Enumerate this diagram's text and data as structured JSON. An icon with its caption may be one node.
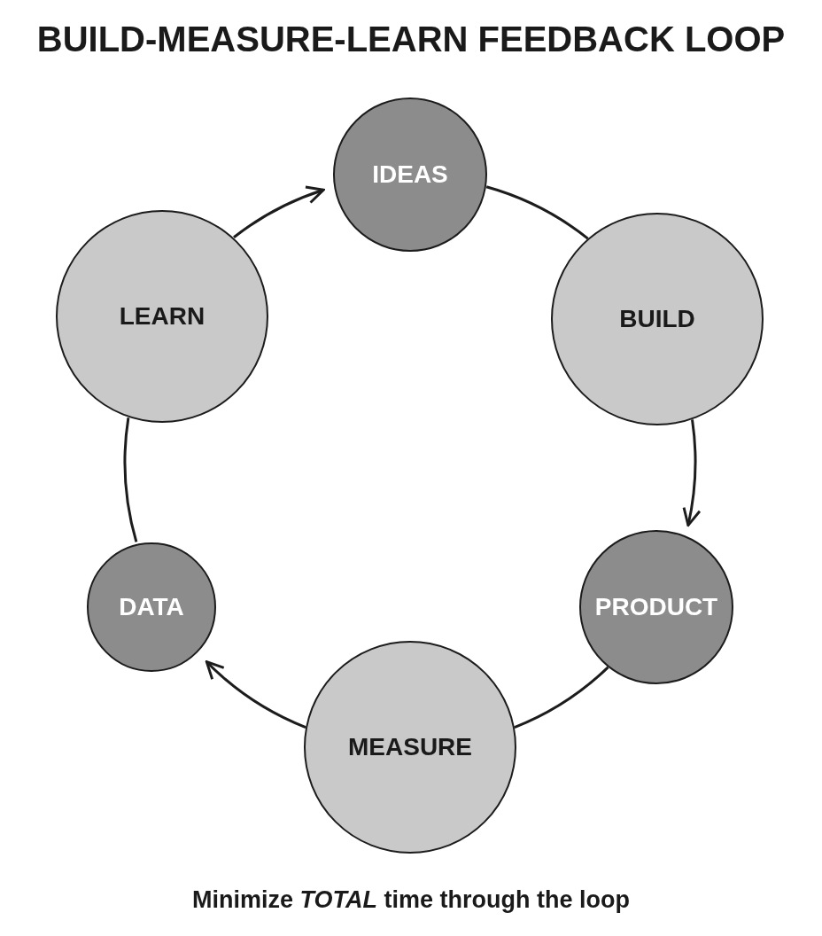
{
  "diagram": {
    "title": "BUILD-MEASURE-LEARN FEEDBACK LOOP",
    "caption": "Minimize *TOTAL* time through the loop",
    "nodes": [
      {
        "text": [
          "IDEAS"
        ]
      },
      {
        "text": [
          "BUILD"
        ]
      },
      {
        "text": [
          "PRODUCT"
        ]
      },
      {
        "text": [
          "MEASURE"
        ]
      },
      {
        "text": [
          "DATA"
        ]
      },
      {
        "text": [
          "LEARN"
        ]
      }
    ],
    "edges": [
      {
        "from": 0,
        "to": 1,
        "arrow": "none"
      },
      {
        "from": 1,
        "to": 2,
        "arrow": "to"
      },
      {
        "from": 2,
        "to": 3,
        "arrow": "none"
      },
      {
        "from": 3,
        "to": 4,
        "arrow": "to"
      },
      {
        "from": 4,
        "to": 5,
        "arrow": "none"
      },
      {
        "from": 5,
        "to": 0,
        "arrow": "to"
      }
    ]
  }
}
